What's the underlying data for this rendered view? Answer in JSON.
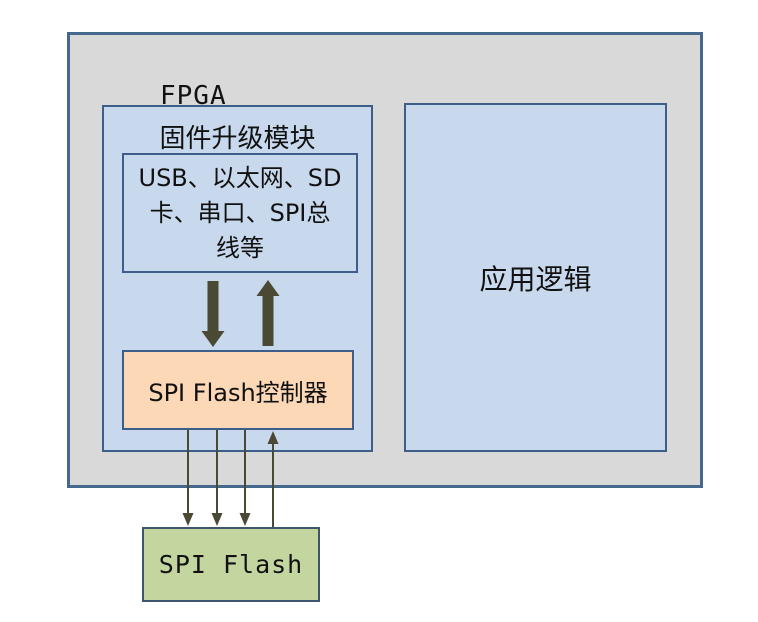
{
  "colors": {
    "canvas-bg": "#ffffff",
    "fpga-fill": "#d9d9d9",
    "fpga-border": "#46688f",
    "blue-fill": "#c8d9ed",
    "blue-border": "#3c5e88",
    "controller-fill": "#fcd8b6",
    "flash-fill": "#c4d6a0",
    "flash-border": "#3e556e",
    "arrow": "#4a4933",
    "text": "#111111"
  },
  "diagram": {
    "fpga": {
      "label": "FPGA"
    },
    "firmware_module": {
      "title": "固件升级模块"
    },
    "interfaces": {
      "lines": [
        "USB、以太网、SD",
        "卡、串口、SPI总",
        "线等"
      ],
      "full_text": "USB、以太网、SD卡、串口、SPI总线等"
    },
    "spi_controller": {
      "label": "SPI Flash控制器"
    },
    "app_logic": {
      "label": "应用逻辑"
    },
    "spi_flash": {
      "label": "SPI Flash"
    }
  }
}
